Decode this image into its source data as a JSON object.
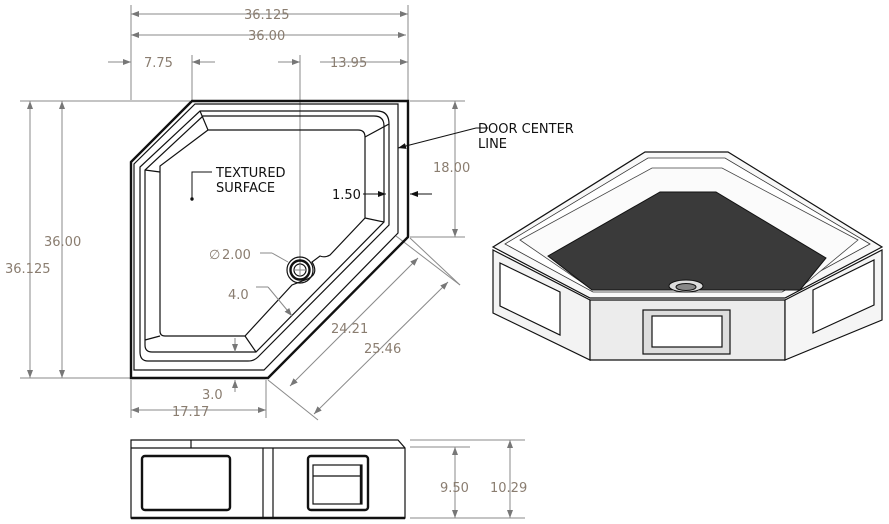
{
  "top_view": {
    "dims": {
      "overall_width_outer": "36.125",
      "overall_width": "36.00",
      "left_offset": "7.75",
      "drain_offset": "13.95",
      "overall_depth": "36.00",
      "overall_depth_outer": "36.125",
      "side_length": "18.00",
      "rim_width": "1.50",
      "drain_diameter": "2.00",
      "drain_diameter_symbol": "∅",
      "drain_setback": "4.0",
      "door_inner": "24.21",
      "door_outer": "25.46",
      "front_return": "3.0",
      "front_length": "17.17"
    },
    "notes": {
      "door_center_line_1": "DOOR CENTER",
      "door_center_line_2": "LINE",
      "textured_surface_1": "TEXTURED",
      "textured_surface_2": "SURFACE"
    }
  },
  "front_view": {
    "dims": {
      "height": "9.50",
      "height_outer": "10.29"
    }
  },
  "colors": {
    "dimension_text": "#8a7d70",
    "floor_texture": "#3a3a3a"
  }
}
